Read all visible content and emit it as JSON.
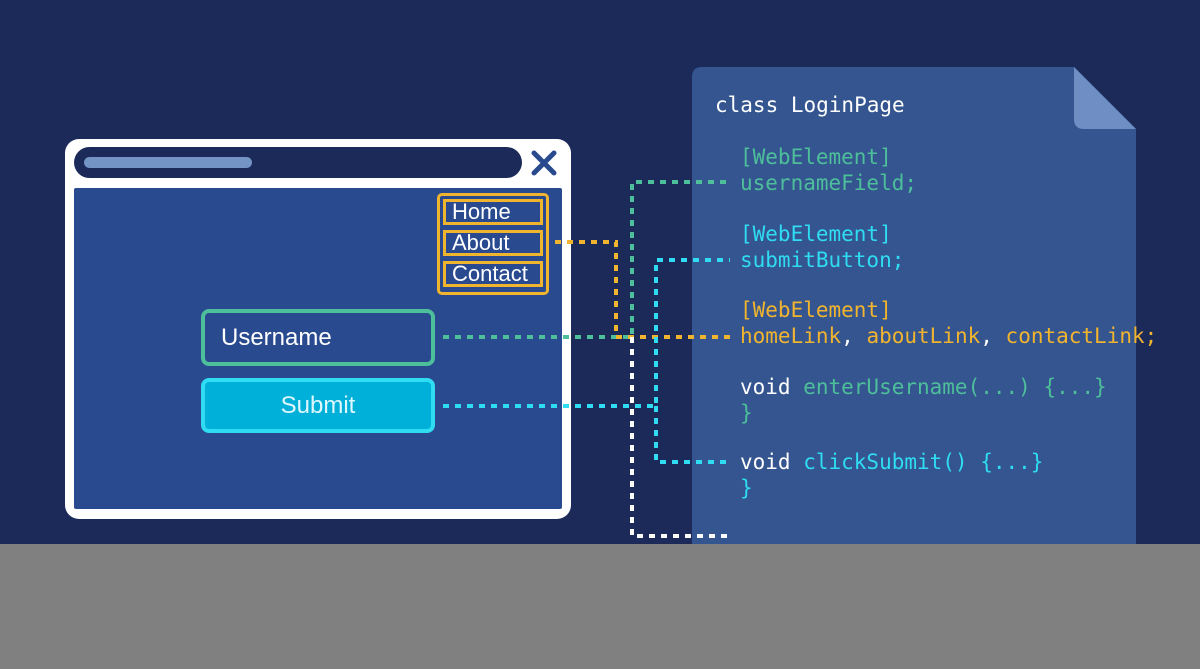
{
  "window": {
    "nav_items": [
      "Home",
      "About",
      "Contact"
    ],
    "username_label": "Username",
    "submit_label": "Submit"
  },
  "code": {
    "class_line": "class LoginPage",
    "attr_username": "[WebElement]",
    "field_username": "usernameField;",
    "attr_submit": "[WebElement]",
    "field_submit": "submitButton;",
    "attr_links": "[WebElement]",
    "links_home": "homeLink",
    "links_about": "aboutLink",
    "links_contact": "contactLink;",
    "sep1": ", ",
    "sep2": ", ",
    "enter_void": "void ",
    "enter_method": "enterUsername(...)",
    "enter_body": " {...}",
    "enter_close": "}",
    "click_void": "void ",
    "click_method": "clickSubmit()",
    "click_body": " {...}",
    "click_close": "}"
  },
  "colors": {
    "background": "#1c2a59",
    "window_inner": "#2a4a8f",
    "document": "#34558f",
    "green": "#4dbf9a",
    "cyan": "#2fdcf2",
    "yellow": "#f1b42f",
    "submit_fill": "#00b0d9"
  }
}
